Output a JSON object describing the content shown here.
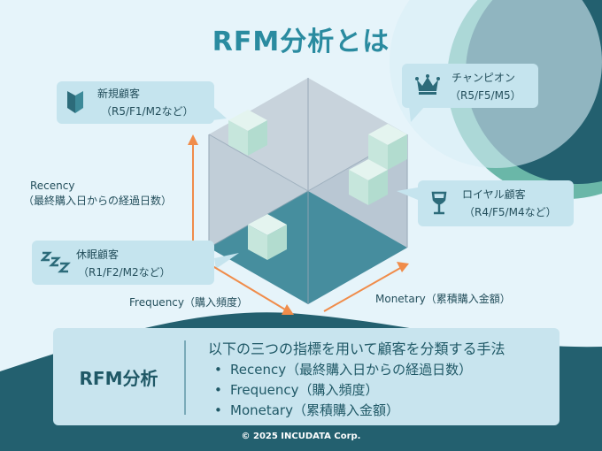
{
  "title": "RFM分析とは",
  "segments": {
    "new": {
      "name": "新規顧客",
      "code": "（R5/F1/M2など）",
      "icon": "beginner-mark-icon"
    },
    "champion": {
      "name": "チャンピオン",
      "code": "（R5/F5/M5）",
      "icon": "crown-icon"
    },
    "loyal": {
      "name": "ロイヤル顧客",
      "code": "（R4/F5/M4など）",
      "icon": "wine-glass-icon"
    },
    "dormant": {
      "name": "休眠顧客",
      "code": "（R1/F2/M2など）",
      "icon": "sleep-zzz-icon"
    }
  },
  "axes": {
    "recency_line1": "Recency",
    "recency_line2": "（最終購入日からの経過日数）",
    "frequency": "Frequency（購入頻度）",
    "monetary": "Monetary（累積購入金額）"
  },
  "info": {
    "title": "RFM分析",
    "description": "以下の三つの指標を用いて顧客を分類する手法",
    "items": [
      "Recency（最終購入日からの経過日数）",
      "Frequency（購入頻度）",
      "Monetary（累積購入金額）"
    ]
  },
  "footer": "© 2025 INCUDATA Corp.",
  "colors": {
    "background": "#e6f4fa",
    "accent": "#2a8ba0",
    "dark_teal": "#23606f",
    "arrow": "#f08c4a",
    "callout": "#c5e4ee"
  }
}
